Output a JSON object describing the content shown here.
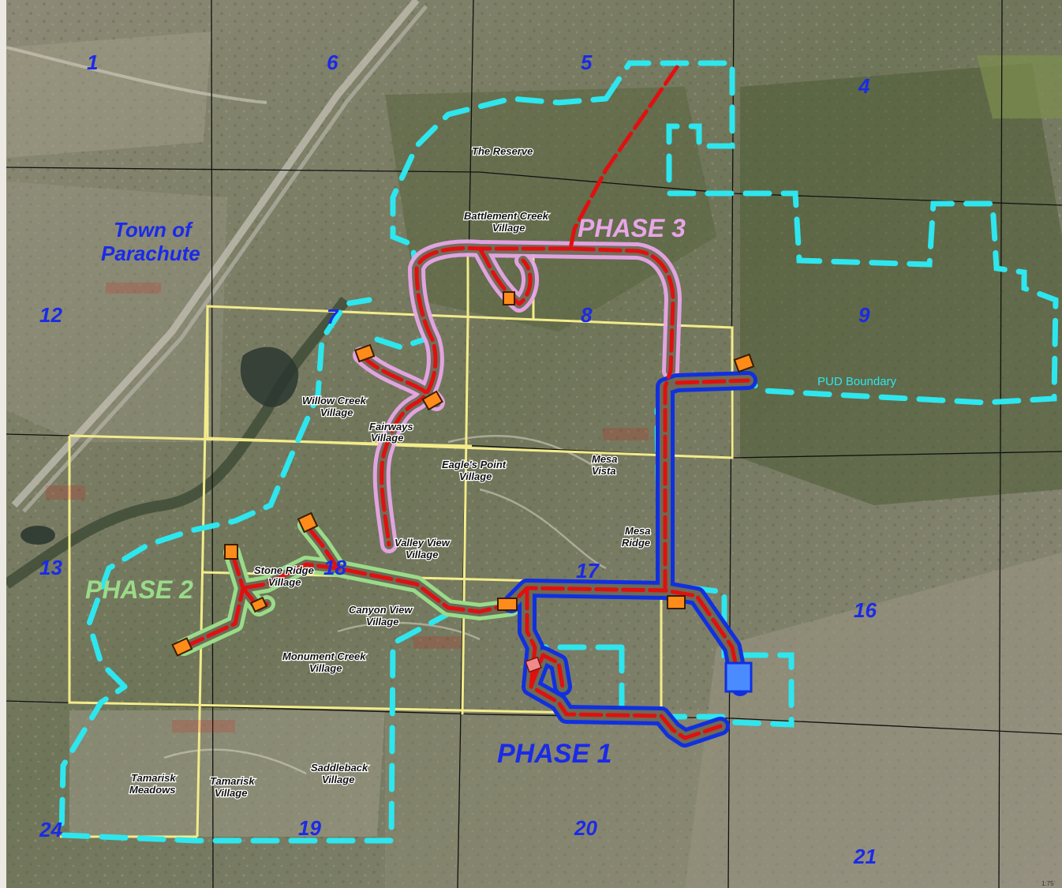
{
  "map": {
    "sections": [
      "1",
      "6",
      "5",
      "4",
      "12",
      "7",
      "8",
      "9",
      "13",
      "18",
      "17",
      "16",
      "24",
      "19",
      "20",
      "21"
    ],
    "town_lines": [
      "Town of",
      "Parachute"
    ],
    "villages": {
      "the_reserve": "The Reserve",
      "battlement_l1": "Battlement Creek",
      "battlement_l2": "Village",
      "willow_l1": "Willow Creek",
      "willow_l2": "Village",
      "fairways_l1": "Fairways",
      "fairways_l2": "Village",
      "eagles_l1": "Eagle's Point",
      "eagles_l2": "Village",
      "mesa_vista_l1": "Mesa",
      "mesa_vista_l2": "Vista",
      "mesa_ridge_l1": "Mesa",
      "mesa_ridge_l2": "Ridge",
      "valley_l1": "Valley View",
      "valley_l2": "Village",
      "stone_l1": "Stone Ridge",
      "stone_l2": "Village",
      "canyon_l1": "Canyon View",
      "canyon_l2": "Village",
      "monument_l1": "Monument Creek",
      "monument_l2": "Village",
      "tamarisk_meadows_l1": "Tamarisk",
      "tamarisk_meadows_l2": "Meadows",
      "tamarisk_village_l1": "Tamarisk",
      "tamarisk_village_l2": "Village",
      "saddleback_l1": "Saddleback",
      "saddleback_l2": "Village"
    },
    "phases": {
      "phase1": "PHASE 1",
      "phase2": "PHASE 2",
      "phase3": "PHASE 3"
    },
    "pud_boundary_label": "PUD Boundary",
    "scale_text": "1:75",
    "colors": {
      "pud_boundary": "#2ee6ee",
      "phase1_outline": "#1030e0",
      "phase2_outline": "#9adb8a",
      "phase3_outline": "#e7a6e7",
      "pipeline": "#e01010",
      "pipeline_core": "#7a1010",
      "tile_grid": "#f3ec8a",
      "section_grid": "#111111",
      "tank": "#ff8c1a",
      "reservoir": "#4a8cff"
    },
    "icons": [
      "tank-icon",
      "reservoir-icon"
    ]
  }
}
